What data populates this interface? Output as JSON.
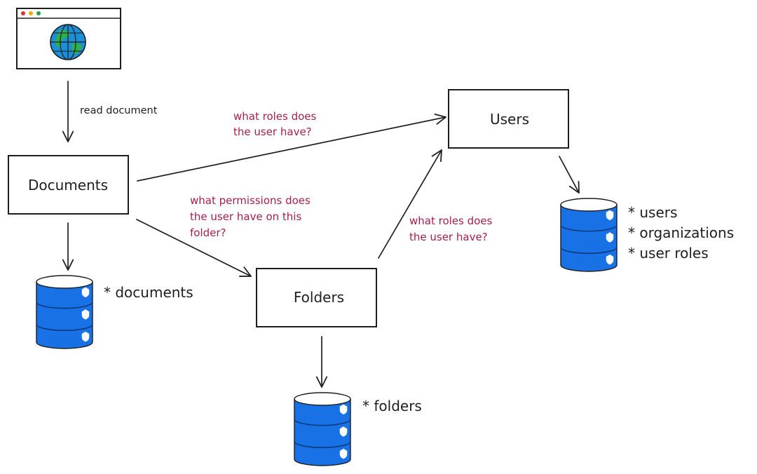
{
  "nodes": {
    "documents": "Documents",
    "users": "Users",
    "folders": "Folders"
  },
  "edges": {
    "read_document": "read document"
  },
  "questions": {
    "docs_to_users": [
      "what roles does",
      "the user have?"
    ],
    "docs_to_folders": [
      "what permissions does",
      "the user have on this",
      "folder?"
    ],
    "folders_to_users": [
      "what roles does",
      "the user have?"
    ]
  },
  "stores": {
    "documents": [
      "* documents"
    ],
    "folders": [
      "* folders"
    ],
    "users": [
      "* users",
      "* organizations",
      "* user roles"
    ]
  },
  "colors": {
    "ink": "#1e1e1e",
    "question": "#a61e4d",
    "database": "#1971e6",
    "globe": "#1c8fd6",
    "globe_land": "#2fae52",
    "window_dots": [
      "#e03131",
      "#f2a900",
      "#2f9e44"
    ]
  },
  "icons": {
    "browser": "browser-window-icon",
    "globe": "globe-icon",
    "database": "database-icon"
  }
}
